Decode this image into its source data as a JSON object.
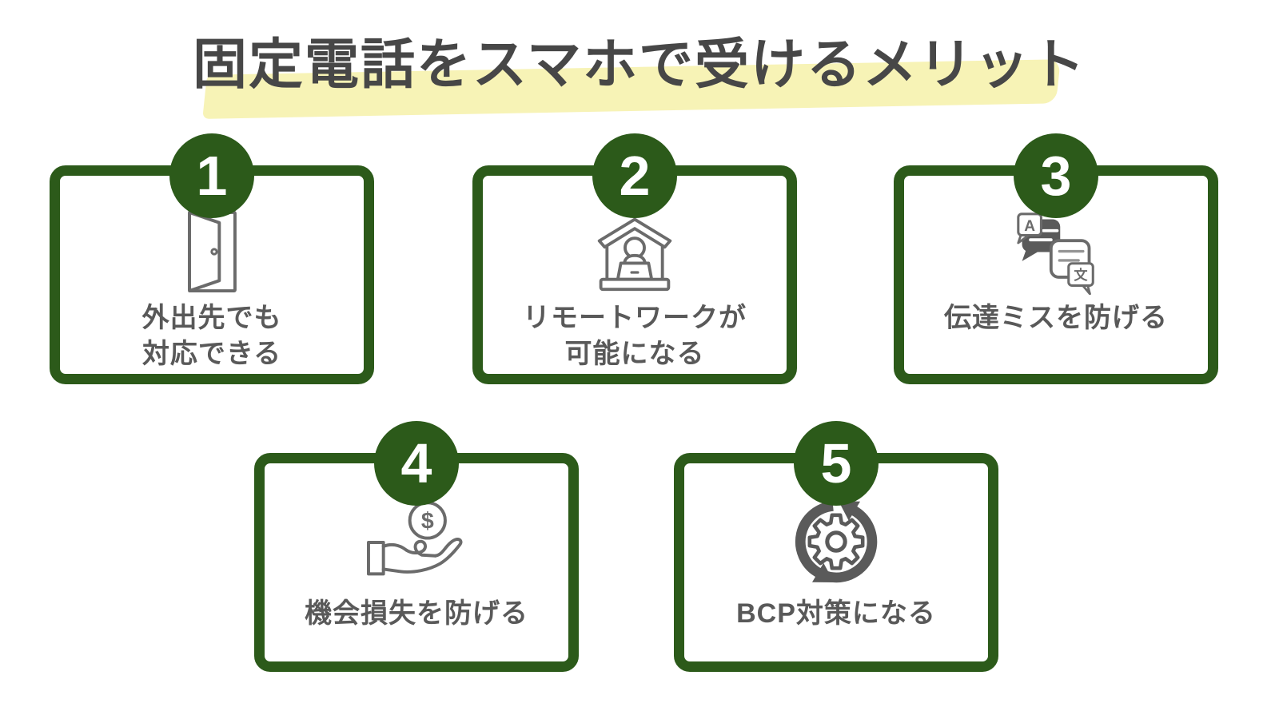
{
  "title": {
    "text": "固定電話をスマホで受けるメリット"
  },
  "colors": {
    "green": "#2c5a1a",
    "highlight": "#f7f3b6",
    "title-text": "#474747",
    "label-text": "#595959",
    "icon-stroke": "#6b6b6b",
    "icon-dark": "#5a5a5a",
    "card-bg": "#ffffff",
    "page-bg": "#ffffff"
  },
  "cards": [
    {
      "number": "1",
      "label": "外出先でも\n対応できる",
      "icon": "open-door-icon"
    },
    {
      "number": "2",
      "label": "リモートワークが\n可能になる",
      "icon": "remote-work-house-icon"
    },
    {
      "number": "3",
      "label": "伝達ミスを防げる",
      "icon": "translation-chat-icon"
    },
    {
      "number": "4",
      "label": "機会損失を防げる",
      "icon": "coin-in-hand-icon"
    },
    {
      "number": "5",
      "label": "BCP対策になる",
      "icon": "gear-sync-icon"
    }
  ],
  "icon_glyphs": {
    "a": "A",
    "bun": "文",
    "dollar": "$"
  }
}
